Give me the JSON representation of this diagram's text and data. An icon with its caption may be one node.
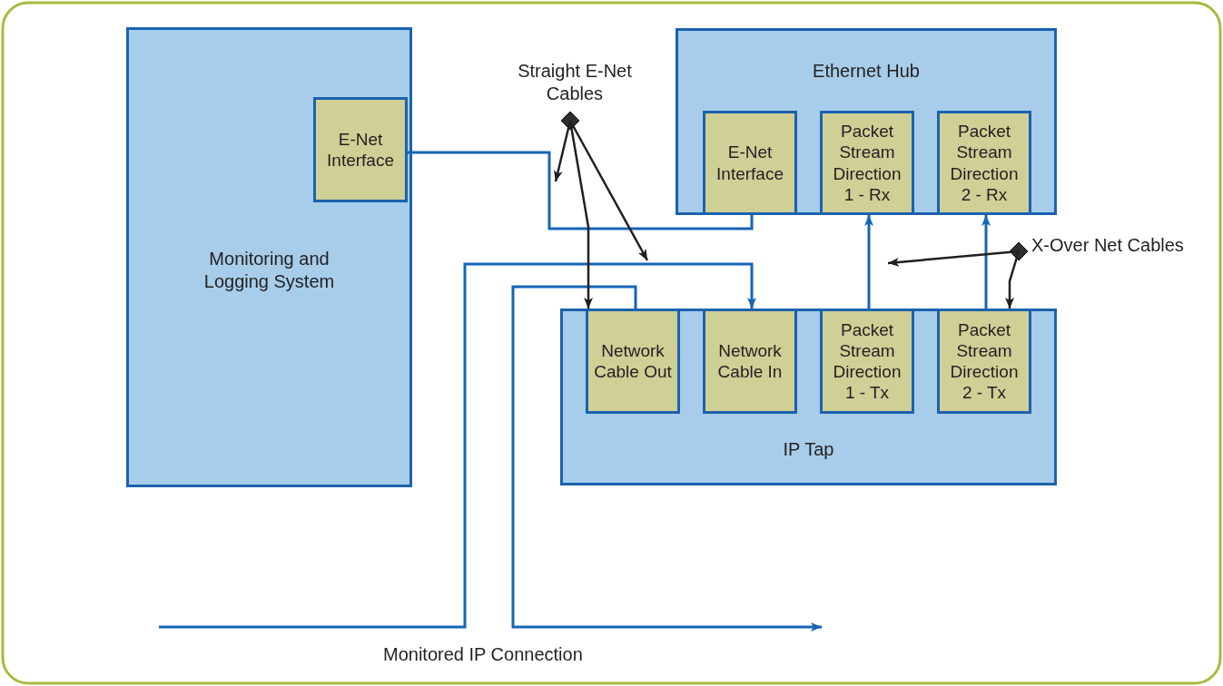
{
  "diagram": {
    "nodes": [
      {
        "text": [
          "Monitoring and Logging System"
        ]
      },
      {
        "text": [
          "E-Net Interface"
        ],
        "in": 0
      },
      {
        "text": [
          "Ethernet Hub"
        ]
      },
      {
        "text": [
          "E-Net Interface"
        ],
        "in": 2
      },
      {
        "text": [
          "Packet Stream Direction 1 - Rx"
        ],
        "in": 2
      },
      {
        "text": [
          "Packet Stream Direction 2 - Rx"
        ],
        "in": 2
      },
      {
        "text": [
          "IP Tap"
        ]
      },
      {
        "text": [
          "Network Cable Out"
        ],
        "in": 6
      },
      {
        "text": [
          "Network Cable In"
        ],
        "in": 6
      },
      {
        "text": [
          "Packet Stream Direction 1 - Tx"
        ],
        "in": 6
      },
      {
        "text": [
          "Packet Stream Direction 2 - Tx"
        ],
        "in": 6
      },
      {
        "text": [
          "Straight E-Net Cables"
        ]
      },
      {
        "text": [
          "X-Over Net Cables"
        ]
      }
    ],
    "edges": [
      {
        "from": 1,
        "to": 3,
        "arrow": "none"
      },
      {
        "from": null,
        "to": 8,
        "arrow": "to"
      },
      {
        "from": 7,
        "to": null,
        "arrow": "to"
      },
      {
        "from": 9,
        "to": 4,
        "arrow": "to"
      },
      {
        "from": 10,
        "to": 5,
        "arrow": "to"
      },
      {
        "from": 11,
        "to": null,
        "arrow": "to",
        "color": "#231f20"
      },
      {
        "from": 11,
        "to": 7,
        "arrow": "to",
        "color": "#231f20"
      },
      {
        "from": 11,
        "to": null,
        "arrow": "to",
        "color": "#231f20"
      },
      {
        "from": 12,
        "to": null,
        "arrow": "to",
        "color": "#231f20"
      },
      {
        "from": 12,
        "to": 10,
        "arrow": "to",
        "color": "#231f20"
      }
    ],
    "labels": [
      "Monitored IP Connection"
    ]
  }
}
